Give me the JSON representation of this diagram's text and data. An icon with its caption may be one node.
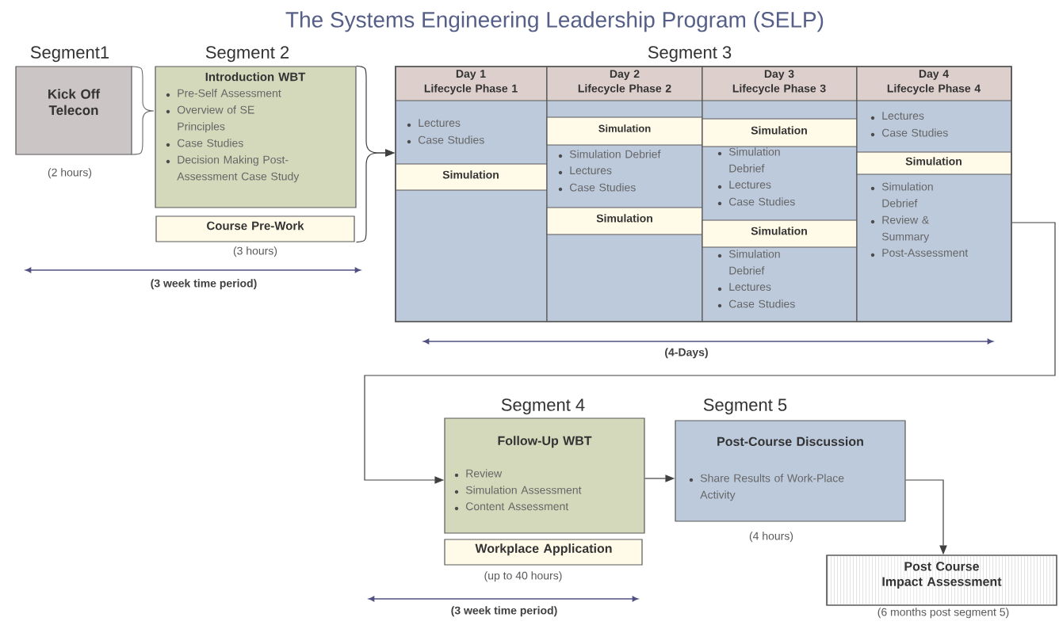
{
  "diagram": {
    "title": "The Systems Engineering Leadership Program (SELP)",
    "nodes": [
      {
        "text": [
          "Kick Off Telecon"
        ],
        "beside": [
          "(2 hours)"
        ]
      },
      {
        "text": [
          "Introduction WBT",
          "Pre-Self Assessment",
          "Overview of SE Principles",
          "Case Studies",
          "Decision Making Post-Assessment Case Study"
        ]
      },
      {
        "text": [
          "Course Pre-Work"
        ],
        "beside": [
          "(3 hours)"
        ]
      },
      {
        "text": [],
        "shape": "box"
      },
      {
        "text": [
          "Day 1",
          "Lifecycle Phase 1",
          "Lectures",
          "Case Studies"
        ],
        "in": 3
      },
      {
        "text": [
          "Simulation"
        ],
        "in": 4
      },
      {
        "text": [
          "Day 2",
          "Lifecycle Phase 2",
          "Simulation Debrief",
          "Lectures",
          "Case Studies"
        ],
        "in": 3
      },
      {
        "text": [
          "Simulation"
        ],
        "in": 6
      },
      {
        "text": [
          "Simulation"
        ],
        "in": 6
      },
      {
        "text": [
          "Day 3",
          "Lifecycle Phase 3",
          "Simulation Debrief",
          "Lectures",
          "Case Studies",
          "Simulation Debrief",
          "Lectures",
          "Case Studies"
        ],
        "in": 3
      },
      {
        "text": [
          "Simulation"
        ],
        "in": 9
      },
      {
        "text": [
          "Simulation"
        ],
        "in": 9
      },
      {
        "text": [
          "Day 4",
          "Lifecycle Phase 4",
          "Lectures",
          "Case Studies",
          "Simulation Debrief",
          "Review & Summary",
          "Post-Assessment"
        ],
        "in": 3
      },
      {
        "text": [
          "Simulation"
        ],
        "in": 12
      },
      {
        "text": [
          "Follow-Up WBT",
          "Review",
          "Simulation Assessment",
          "Content Assessment"
        ]
      },
      {
        "text": [
          "Workplace Application"
        ],
        "beside": [
          "(up to 40 hours)"
        ]
      },
      {
        "text": [
          "Post-Course Discussion",
          "Share Results of Work-Place Activity"
        ],
        "beside": [
          "(4 hours)"
        ]
      },
      {
        "text": [
          "Post Course Impact Assessment"
        ],
        "beside": [
          "(6 months post segment 5)"
        ]
      }
    ],
    "edges": [
      {
        "from": 1,
        "to": 3,
        "arrow": "to"
      },
      {
        "from": 2,
        "to": 3,
        "arrow": "to"
      },
      {
        "from": 3,
        "to": 14,
        "arrow": "to"
      },
      {
        "from": 14,
        "to": 16,
        "arrow": "to"
      },
      {
        "from": 16,
        "to": 17,
        "arrow": "to"
      }
    ],
    "labels": [
      "Segment1",
      "Segment 2",
      "Segment 3",
      "(3 week time period)",
      "(4-Days)",
      "Segment 4",
      "Segment 5",
      "(3 week time period)"
    ]
  }
}
